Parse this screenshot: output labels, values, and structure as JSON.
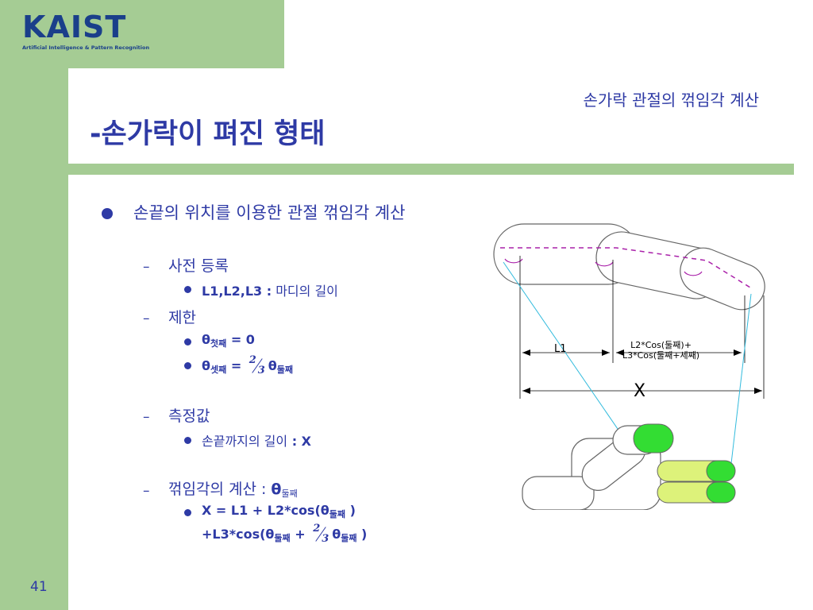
{
  "logo": {
    "word": "KAIST",
    "sub": "Artificial Intelligence & Pattern Recognition"
  },
  "header": {
    "subtitle": "손가락 관절의 꺾임각 계산",
    "title": "-손가락이 펴진 형태"
  },
  "slide_number": "41",
  "outline": {
    "main_bullet": "손끝의 위치를 이용한 관절 꺾임각 계산",
    "dict_register": "사전 등록",
    "lengths_bold": "L1,L2,L3 :",
    "lengths_text": " 마디의 길이",
    "constraint": "제한",
    "theta": "θ",
    "first_sub": "첫째",
    "first_eq": " = 0",
    "third_sub": "셋째",
    "third_eq": " = ",
    "frac_num": "2",
    "frac_den": "3",
    "second_sub": "둘째",
    "measured": "측정값",
    "fingertip_len": "손끝까지의 길이",
    "fingertip_len_var": " : X",
    "bend_calc": "꺾임각의 계산 :",
    "formula_line1": "X = L1 + L2*cos(",
    "formula_close": " )",
    "formula_line2": "+L3*cos(",
    "formula_plus": " + ",
    "formula_end": " )"
  },
  "diagram": {
    "label_l1": "L1",
    "label_l23_line1": "L2*Cos(둘째)+",
    "label_l23_line2": "L3*Cos(둘째+세째)",
    "label_x": "X"
  },
  "colors": {
    "accent_green": "#a5cc94",
    "text_blue": "#2e3aa5",
    "finger_green": "#33dd33",
    "finger_yellow": "#ddf27a"
  }
}
